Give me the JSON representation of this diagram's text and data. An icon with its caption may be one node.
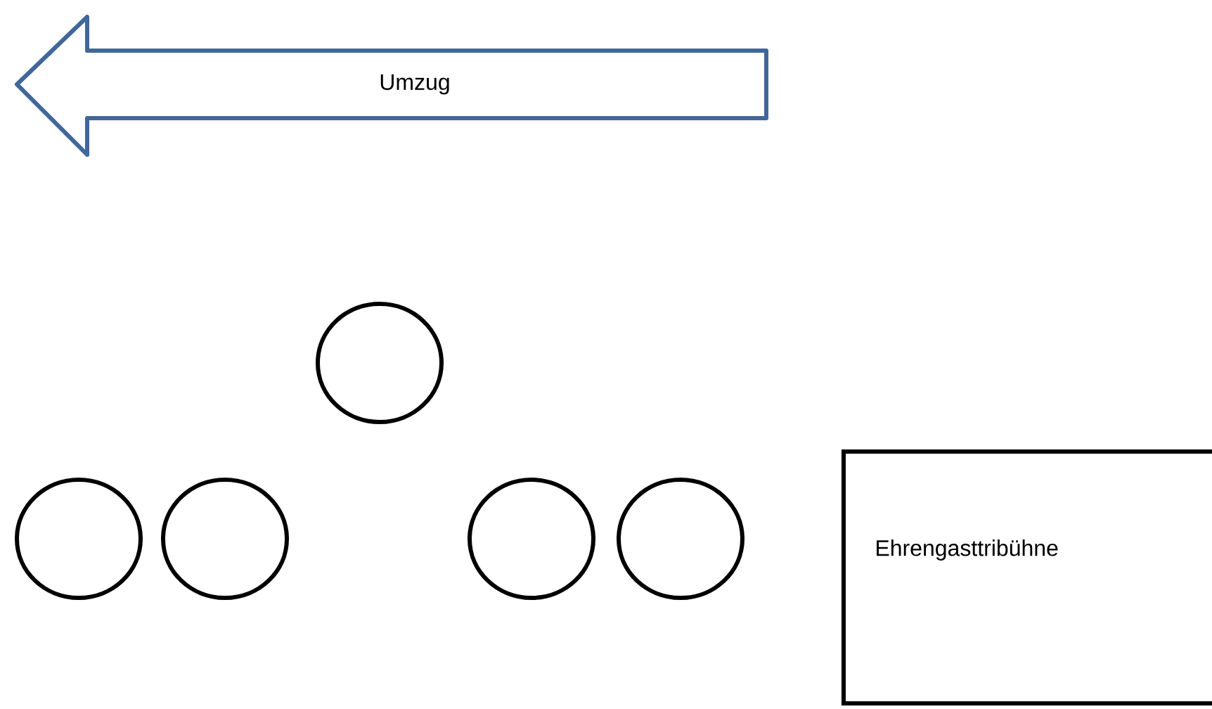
{
  "diagram": {
    "nodes": [
      {
        "text": [
          "Umzug"
        ]
      },
      {
        "text": [],
        "shape": "circle"
      },
      {
        "text": [],
        "shape": "circle"
      },
      {
        "text": [],
        "shape": "circle"
      },
      {
        "text": [],
        "shape": "circle"
      },
      {
        "text": [],
        "shape": "circle"
      },
      {
        "text": [
          "Ehrengasttribühne"
        ]
      }
    ]
  }
}
